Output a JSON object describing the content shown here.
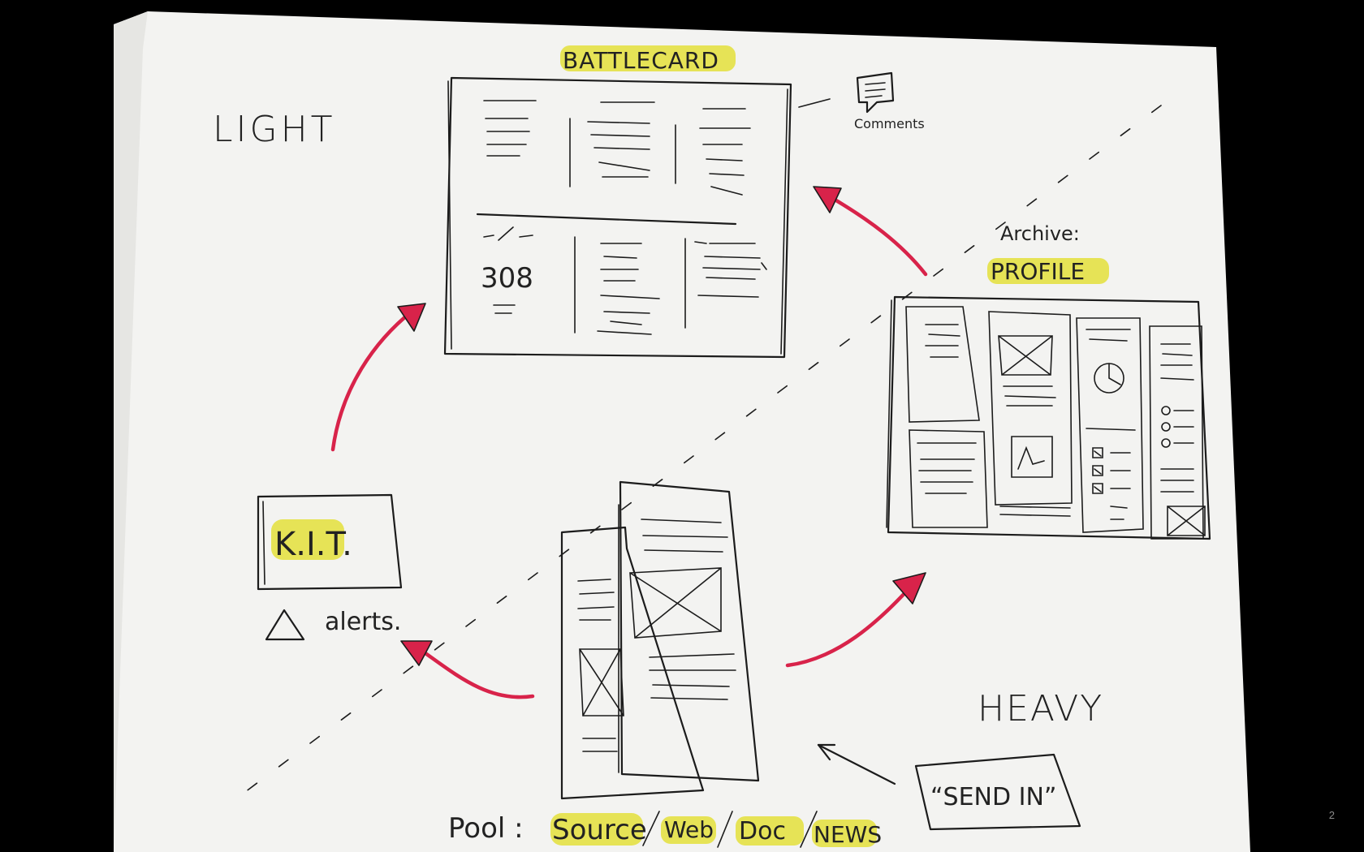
{
  "slide_number": "2",
  "labels": {
    "light": "LIGHT",
    "heavy": "HEAVY",
    "battlecard": "BATTLECARD",
    "comments": "Comments",
    "archive": "Archive:",
    "profile": "PROFILE",
    "kit": "K.I.T.",
    "alerts": "alerts.",
    "send_in": "“SEND IN”",
    "pool": "Pool :",
    "source": "Source",
    "web": "Web",
    "doc": "Doc",
    "news": "NEWS",
    "value_308": "308"
  },
  "colors": {
    "paper": "#f3f3f1",
    "ink": "#1c1c1c",
    "arrow_red": "#d8234a",
    "highlight_yellow": "#e2de2a"
  },
  "icons": [
    "comment-bubble-icon",
    "alert-triangle-icon"
  ]
}
